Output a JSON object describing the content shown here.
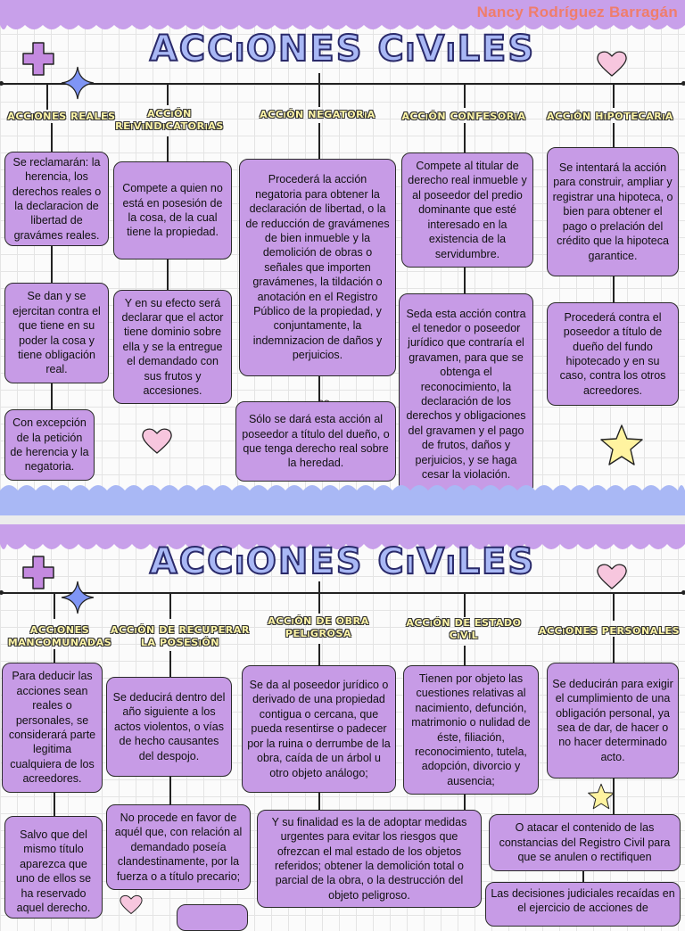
{
  "author": "Nancy Rodríguez Barragán",
  "page1": {
    "title": "ACCiONES CiViLES",
    "headers": [
      "ACCiONES REALES",
      "ACCiÓN REiViNDiCATORiAS",
      "ACCiÓN NEGATORiA",
      "ACCiÓN CONFESORíA",
      "ACCiÓN HiPOTECARiA"
    ],
    "boxes": [
      "Se reclamarán: la herencia, los derechos reales o la declaracion de libertad de gravámes reales.",
      "Se dan y se ejercitan contra el que tiene en su poder la cosa y tiene obligación real.",
      "Con excepción de la petición de herencia y la negatoria.",
      "Compete a quien no está en posesión de la cosa, de la cual tiene la propiedad.",
      "Y en su efecto será declarar que el actor tiene dominio sobre ella y se la entregue el demandado con sus frutos y accesiones.",
      "Procederá la acción negatoria para obtener la declaración de libertad, o la de reducción de gravámenes de bien inmueble y la demolición de obras o señales que importen gravámenes, la tildación o anotación en el Registro Público de la propiedad, y conjuntamente, la indemnizacion de daños y perjuicios.",
      "Sólo se dará esta acción al poseedor a título del dueño, o que tenga derecho real sobre la heredad.",
      "Compete al titular de derecho real inmueble y al poseedor del predio dominante que esté interesado en la existencia de la servidumbre.",
      "Seda esta acción contra el tenedor o poseedor jurídico que contraría el gravamen, para que se obtenga el reconocimiento, la declaración de los derechos y obligaciones del gravamen y el pago de frutos, daños y perjuicios, y se haga cesar la violación.",
      "Se intentará la acción para construir, ampliar y registrar una hipoteca, o bien para obtener el pago o prelación del crédito que la hipoteca garantice.",
      "Procederá contra el poseedor a título de dueño del fundo hipotecado y en su caso, contra los otros acreedores."
    ]
  },
  "page2": {
    "title": "ACCiONES CiViLES",
    "headers": [
      "ACCiONES MANCOMUNADAS",
      "ACCiÓN DE RECUPERAR LA POSESiÓN",
      "ACCiÓN DE OBRA PELiGROSA",
      "ACCiÓN DE ESTADO CiViL",
      "ACCiONES PERSONALES"
    ],
    "boxes": [
      "Para deducir las acciones sean reales o personales, se considerará parte legitima cualquiera de los acreedores.",
      "Salvo que del mismo título aparezca que uno de ellos se ha reservado aquel derecho.",
      "Se deducirá dentro del año siguiente a los actos violentos, o vías de hecho causantes del despojo.",
      "No procede en favor de aquél que, con relación al demandado poseía clandestinamente, por la fuerza o a título precario;",
      "Se da al poseedor jurídico o derivado de una propiedad contigua o cercana, que pueda resentirse o padecer por la ruina o derrumbe de la obra, caída de un árbol u otro objeto análogo;",
      "Y su finalidad es la de adoptar medidas urgentes para evitar los riesgos que ofrezcan el mal estado de los objetos referidos; obtener la demolición total o parcial de la obra, o la destrucción del objeto peligroso.",
      "Tienen por objeto las cuestiones relativas al nacimiento, defunción, matrimonio o nulidad de éste, filiación, reconocimiento, tutela, adopción, divorcio y ausencia;",
      "Se deducirán para exigir el cumplimiento de una obligación personal, ya sea de dar, de hacer o no hacer determinado acto.",
      "O atacar el contenido de las constancias del Registro Civil para que se anulen o rectifiquen",
      "Las decisiones judiciales recaídas en el ejercicio de acciones de"
    ]
  },
  "colors": {
    "box": "#c79be6",
    "band_purple": "#c8a0ea",
    "band_blue": "#a9b8f5",
    "title": "#a9b8f5",
    "header_text": "#fff6a8",
    "author": "#ef7d6b"
  },
  "icons": [
    "plus-icon",
    "star-icon",
    "heart-icon"
  ]
}
